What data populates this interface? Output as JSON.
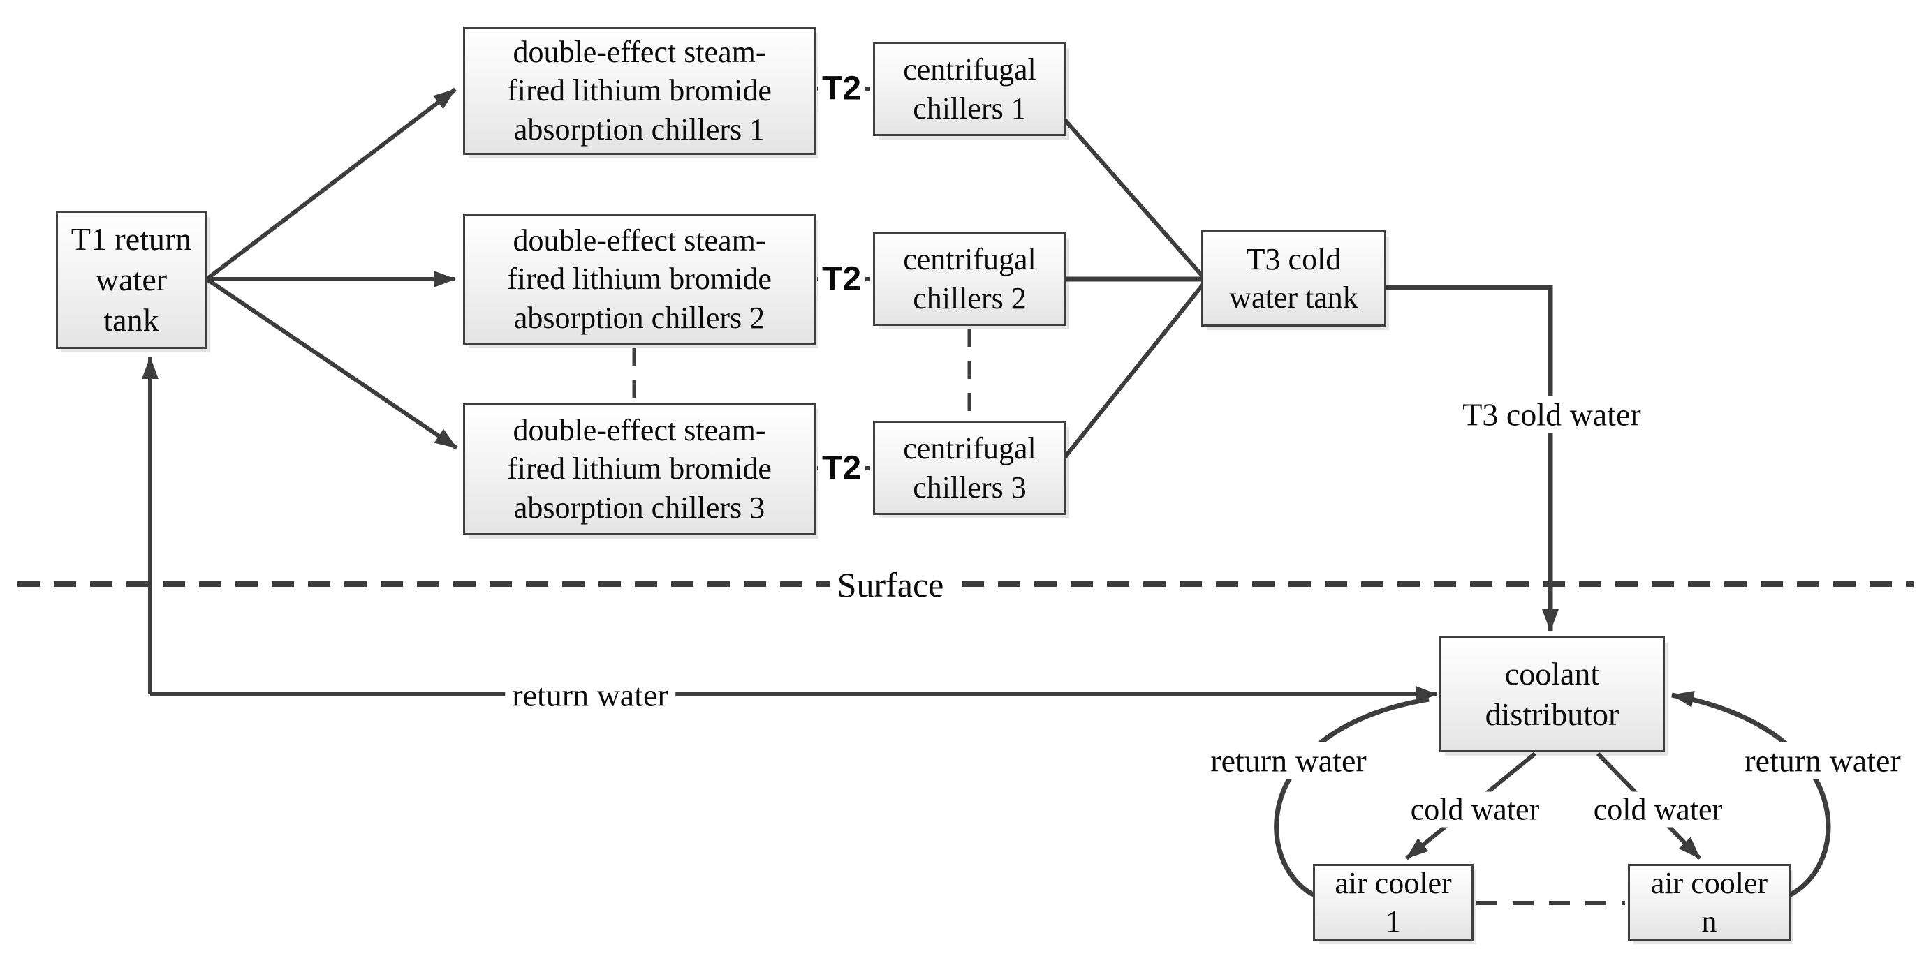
{
  "figure": {
    "title": "district cooling system flow diagram",
    "colors": {
      "line": "#3d3d3d",
      "box_border": "#3f3f3f",
      "box_fill_top": "#ffffff",
      "box_fill_bottom": "#e4e4e4",
      "text": "#0a0a0a",
      "background": "#ffffff"
    }
  },
  "boxes": {
    "t1_tank": {
      "line1": "T1 return",
      "line2": "water",
      "line3": "tank"
    },
    "des_chillers_1": {
      "line1": "double-effect steam-",
      "line2": "fired lithium bromide",
      "line3": "absorption chillers 1"
    },
    "des_chillers_2": {
      "line1": "double-effect steam-",
      "line2": "fired lithium bromide",
      "line3": "absorption chillers 2"
    },
    "des_chillers_3": {
      "line1": "double-effect steam-",
      "line2": "fired lithium bromide",
      "line3": "absorption chillers 3"
    },
    "centrifugal_1": {
      "line1": "centrifugal",
      "line2": "chillers 1"
    },
    "centrifugal_2": {
      "line1": "centrifugal",
      "line2": "chillers 2"
    },
    "centrifugal_3": {
      "line1": "centrifugal",
      "line2": "chillers 3"
    },
    "t3_tank": {
      "line1": "T3 cold",
      "line2": "water tank"
    },
    "coolant_distributor": {
      "line1": "coolant",
      "line2": "distributor"
    },
    "air_cooler_1": {
      "line1": "air cooler",
      "line2": "1"
    },
    "air_cooler_n": {
      "line1": "air cooler",
      "line2": "n"
    }
  },
  "labels": {
    "t2_top": "T2",
    "t2_mid": "T2",
    "t2_bottom": "T2",
    "t3_cold_water": "T3 cold water",
    "surface": "Surface",
    "return_water_main": "return water",
    "return_water_left": "return water",
    "return_water_right": "return water",
    "cold_water_left": "cold water",
    "cold_water_right": "cold water"
  }
}
